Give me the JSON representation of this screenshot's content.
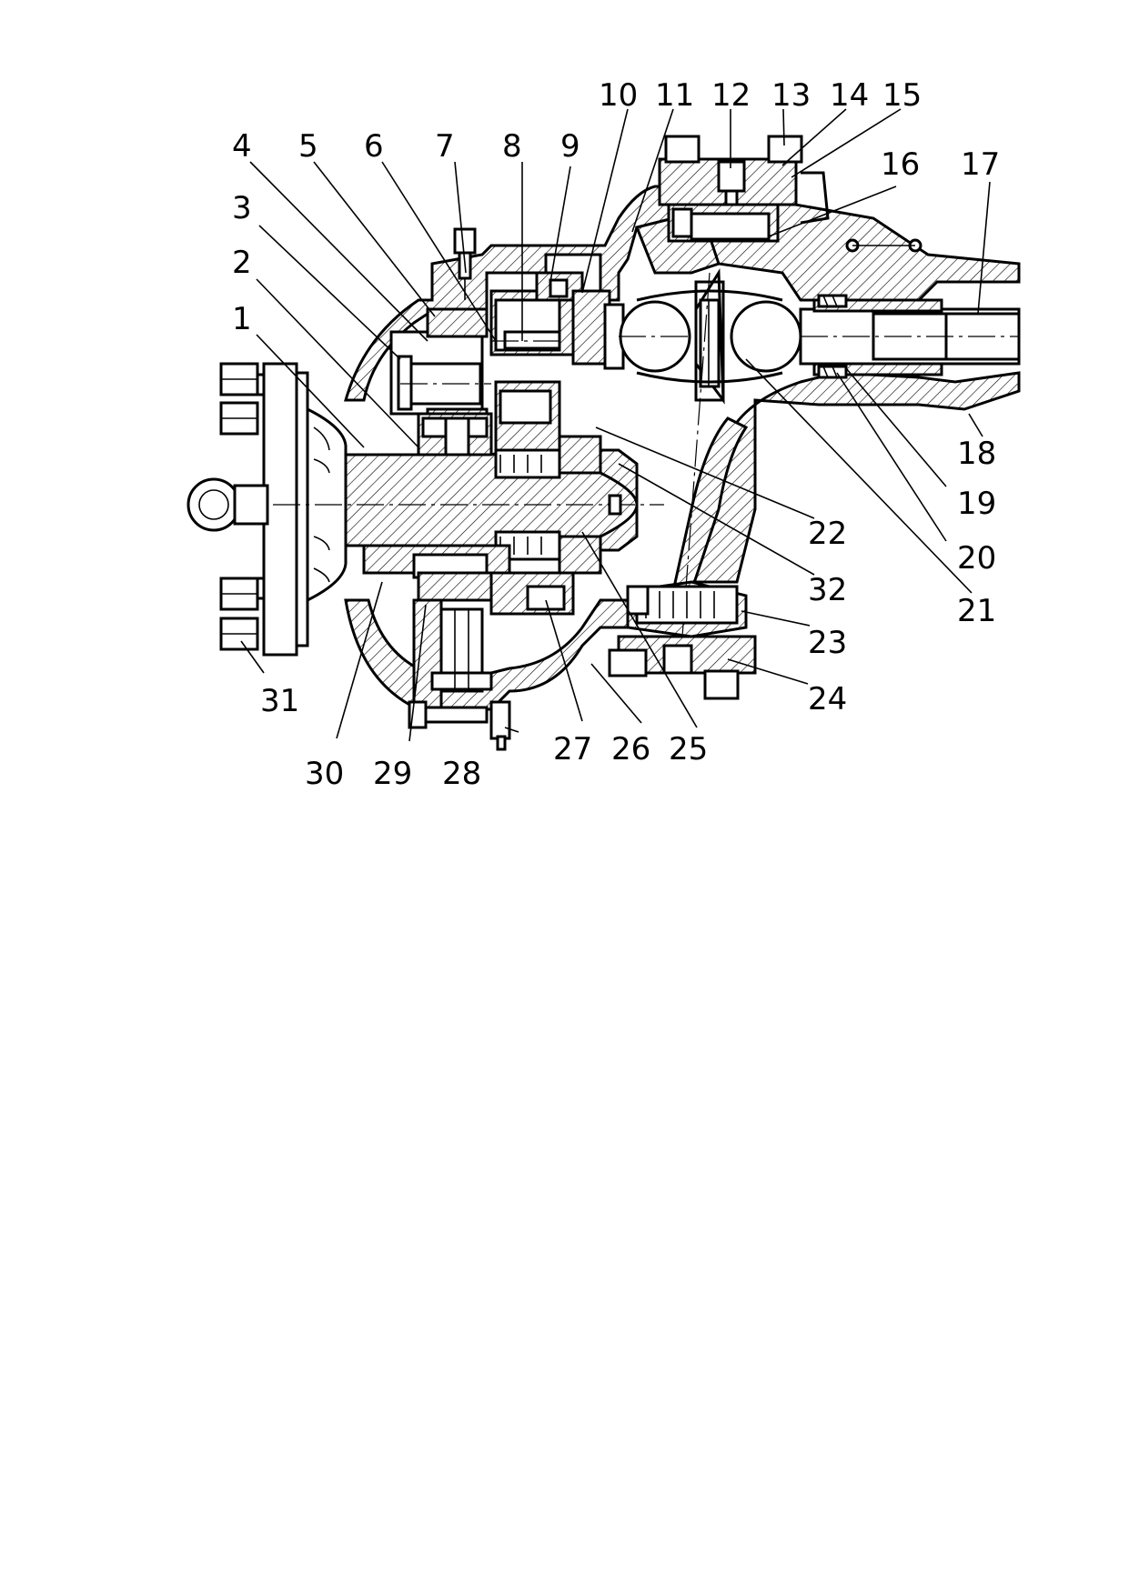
{
  "callouts": {
    "c1": "1",
    "c2": "2",
    "c3": "3",
    "c4": "4",
    "c5": "5",
    "c6": "6",
    "c7": "7",
    "c8": "8",
    "c9": "9",
    "c10": "10",
    "c11": "11",
    "c12": "12",
    "c13": "13",
    "c14": "14",
    "c15": "15",
    "c16": "16",
    "c17": "17",
    "c18": "18",
    "c19": "19",
    "c20": "20",
    "c21": "21",
    "c22": "22",
    "c23": "23",
    "c24": "24",
    "c25": "25",
    "c26": "26",
    "c27": "27",
    "c28": "28",
    "c29": "29",
    "c30": "30",
    "c31": "31",
    "c32": "32"
  }
}
